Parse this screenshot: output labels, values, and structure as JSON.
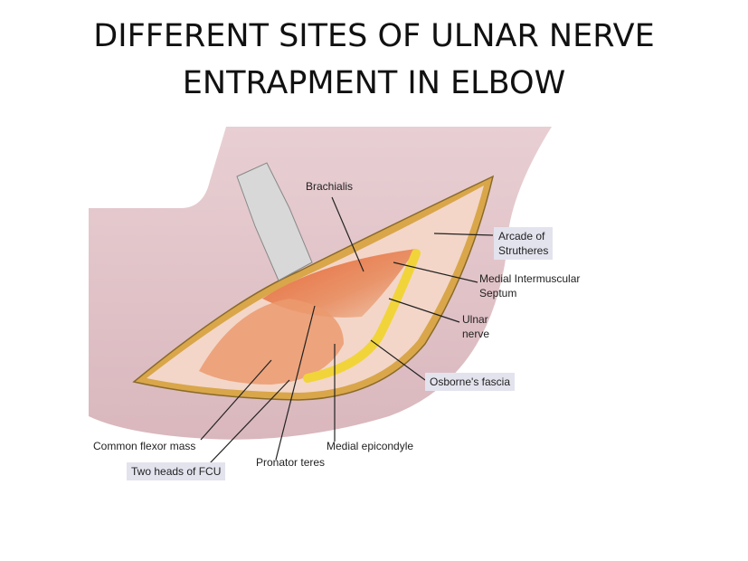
{
  "title": {
    "line1": "DIFFERENT SITES OF ULNAR NERVE",
    "line2": "ENTRAPMENT IN ELBOW"
  },
  "labels": {
    "brachialis": "Brachialis",
    "arcade_1": "Arcade of",
    "arcade_2": "Strutheres",
    "septum_1": "Medial Intermuscular",
    "septum_2": "Septum",
    "ulnar_1": "Ulnar",
    "ulnar_2": "nerve",
    "osborne": "Osborne's fascia",
    "common_flexor": "Common flexor mass",
    "two_heads": "Two heads of FCU",
    "pronator": "Pronator teres",
    "epicondyle": "Medial epicondyle"
  },
  "colors": {
    "skin": "#ecd3d6",
    "muscle": "#e07a4a",
    "nerve": "#f1d43a",
    "highlight_box": "#e3e3ee"
  }
}
